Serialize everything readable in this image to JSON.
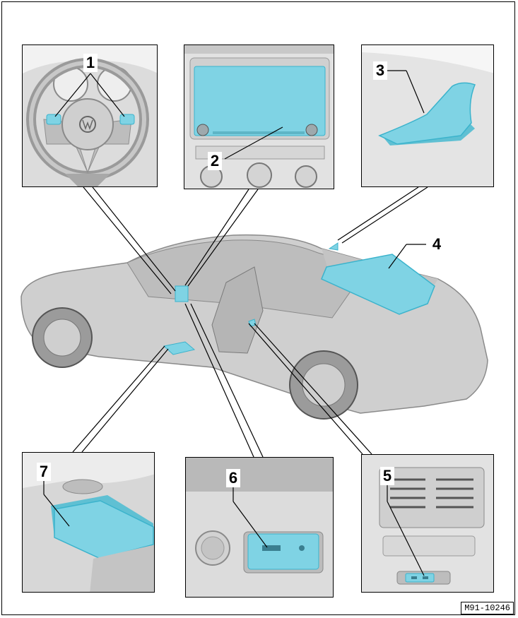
{
  "callouts": {
    "n1": "1",
    "n2": "2",
    "n3": "3",
    "n4": "4",
    "n5": "5",
    "n6": "6",
    "n7": "7"
  },
  "reference_code": "M91-10246",
  "colors": {
    "highlight": "#7fd3e4",
    "highlight_edge": "#3bb3cc",
    "car_body": "#cfcfcf",
    "line": "#000000"
  }
}
